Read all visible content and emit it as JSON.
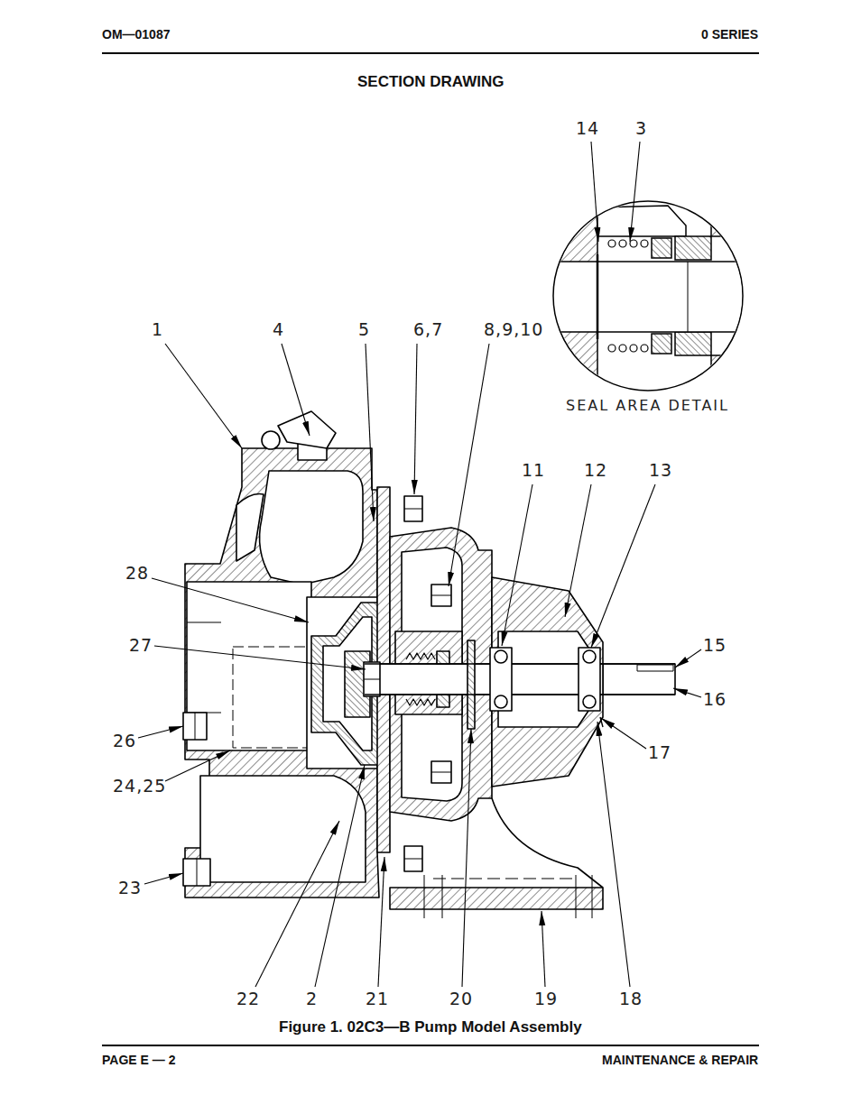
{
  "diagram": {
    "title": "SECTION DRAWING",
    "caption": "Figure 1. 02C3—B Pump Model Assembly",
    "labels": [
      "OM—01087",
      "0 SERIES",
      "14",
      "3",
      "SEAL AREA DETAIL",
      "1",
      "4",
      "5",
      "6,7",
      "8,9,10",
      "11",
      "12",
      "13",
      "15",
      "16",
      "17",
      "28",
      "27",
      "26",
      "24,25",
      "23",
      "22",
      "2",
      "21",
      "20",
      "19",
      "18",
      "PAGE E — 2",
      "MAINTENANCE & REPAIR"
    ]
  }
}
